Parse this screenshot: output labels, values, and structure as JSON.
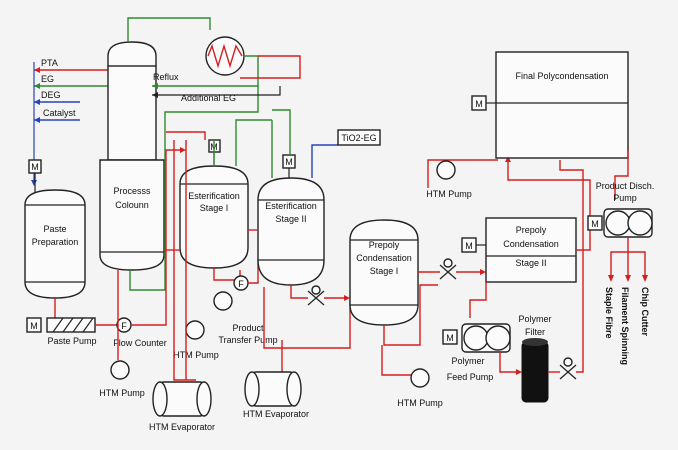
{
  "inputs": {
    "pta": "PTA",
    "eg": "EG",
    "deg": "DEG",
    "catalyst": "Catalyst"
  },
  "streams": {
    "reflux": "Reflux",
    "additional_eg": "Additional EG",
    "tio2_eg": "TiO2-EG"
  },
  "equipment": {
    "paste_prep_line1": "Paste",
    "paste_prep_line2": "Preparation",
    "process_column_line1": "Processs",
    "process_column_line2": "Colounn",
    "esterif1_line1": "Esterification",
    "esterif1_line2": "Stage I",
    "esterif2_line1": "Esterification",
    "esterif2_line2": "Stage II",
    "prepoly1_line1": "Prepoly",
    "prepoly1_line2": "Condensation",
    "prepoly1_line3": "Stage I",
    "prepoly2_line1": "Prepoly",
    "prepoly2_line2": "Condensation",
    "prepoly2_line3": "Stage II",
    "final_poly": "Final Polycondensation",
    "motor": "M",
    "flow": "F"
  },
  "labels": {
    "paste_pump": "Paste Pump",
    "flow_counter": "Flow Counter",
    "htm_pump": "HTM Pump",
    "htm_evaporator": "HTM Evaporator",
    "product_transfer_pump_line1": "Product",
    "product_transfer_pump_line2": "Transfer Pump",
    "polymer_feed_pump_line1": "Polymer",
    "polymer_feed_pump_line2": "Feed Pump",
    "polymer_filter_line1": "Polymer",
    "polymer_filter_line2": "Filter",
    "product_disch_line1": "Product Disch.",
    "product_disch_line2": "Pump",
    "staple_fibre": "Staple Fibre",
    "filament_spinning": "Filament Spinning",
    "chip_cutter": "Chip Cutter"
  },
  "colors": {
    "process_line": "#d41f1f",
    "vapour_line": "#2f8a2f",
    "additive_line": "#2444b8",
    "outline": "#222222"
  }
}
